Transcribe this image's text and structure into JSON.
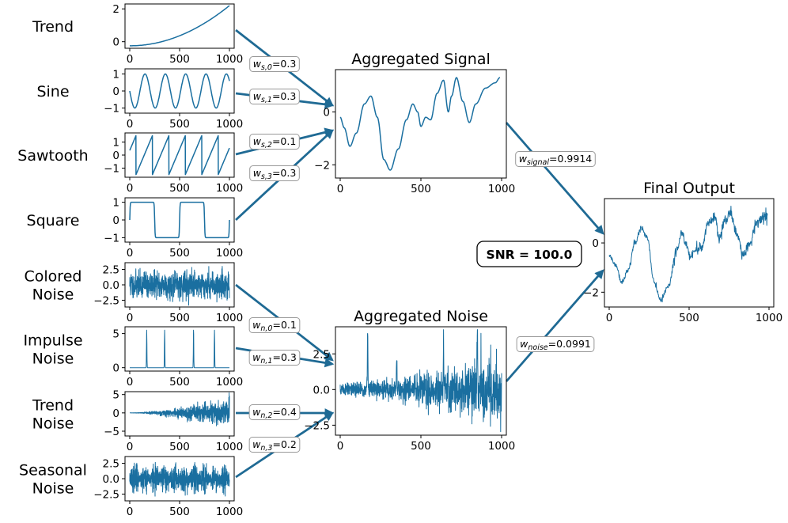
{
  "colors": {
    "series": "#1a6fa0",
    "arrow": "#1f6a94"
  },
  "labels": {
    "snr": "SNR = 100.0",
    "w_signal": {
      "base": "w",
      "sub": "signal",
      "value": "=0.9914"
    },
    "w_noise": {
      "base": "w",
      "sub": "noise",
      "value": "=0.0991"
    },
    "signal_weights": [
      {
        "base": "w",
        "sub": "s,0",
        "value": "=0.3"
      },
      {
        "base": "w",
        "sub": "s,1",
        "value": "=0.3"
      },
      {
        "base": "w",
        "sub": "s,2",
        "value": "=0.1"
      },
      {
        "base": "w",
        "sub": "s,3",
        "value": "=0.3"
      }
    ],
    "noise_weights": [
      {
        "base": "w",
        "sub": "n,0",
        "value": "=0.1"
      },
      {
        "base": "w",
        "sub": "n,1",
        "value": "=0.3"
      },
      {
        "base": "w",
        "sub": "n,2",
        "value": "=0.4"
      },
      {
        "base": "w",
        "sub": "n,3",
        "value": "=0.2"
      }
    ]
  },
  "chart_data": [
    {
      "id": "trend",
      "type": "line",
      "row_label": [
        "Trend"
      ],
      "title": "",
      "x": [
        0,
        1000
      ],
      "xticks": [
        0,
        500,
        1000
      ],
      "xtick_labels": [
        "0",
        "500",
        "1000"
      ],
      "ylim": [
        -0.4,
        2.3
      ],
      "yticks": [
        0,
        2
      ],
      "ytick_labels": [
        "0",
        "2"
      ],
      "generator": "trend",
      "params": {
        "y0": -0.25,
        "y1": 2.2,
        "power": 2
      }
    },
    {
      "id": "sine",
      "type": "line",
      "row_label": [
        "Sine"
      ],
      "title": "",
      "x": [
        0,
        1000
      ],
      "xticks": [
        0,
        500,
        1000
      ],
      "xtick_labels": [
        "0",
        "500",
        "1000"
      ],
      "ylim": [
        -1.3,
        1.3
      ],
      "yticks": [
        -1,
        0,
        1
      ],
      "ytick_labels": [
        "−1",
        "0",
        "1"
      ],
      "generator": "sine",
      "params": {
        "cycles": 4.9,
        "amplitude": 1
      }
    },
    {
      "id": "sawtooth",
      "type": "line",
      "row_label": [
        "Sawtooth"
      ],
      "title": "",
      "x": [
        0,
        1000
      ],
      "xticks": [
        0,
        500,
        1000
      ],
      "xtick_labels": [
        "0",
        "500",
        "1000"
      ],
      "ylim": [
        -1.7,
        1.7
      ],
      "yticks": [
        -1,
        0,
        1
      ],
      "ytick_labels": [
        "−1",
        "0",
        "1"
      ],
      "generator": "sawtooth",
      "params": {
        "period": 165,
        "phase": 0.62,
        "amplitude": 1.5
      }
    },
    {
      "id": "square",
      "type": "line",
      "row_label": [
        "Square"
      ],
      "title": "",
      "x": [
        0,
        1000
      ],
      "xticks": [
        0,
        500,
        1000
      ],
      "xtick_labels": [
        "0",
        "500",
        "1000"
      ],
      "ylim": [
        -1.25,
        1.25
      ],
      "yticks": [
        -1,
        0,
        1
      ],
      "ytick_labels": [
        "−1",
        "0",
        "1"
      ],
      "generator": "square",
      "params": {
        "period": 500
      }
    },
    {
      "id": "colored-noise",
      "type": "line",
      "row_label": [
        "Colored",
        "Noise"
      ],
      "title": "",
      "x": [
        0,
        1000
      ],
      "xticks": [
        0,
        500,
        1000
      ],
      "xtick_labels": [
        "0",
        "500",
        "1000"
      ],
      "ylim": [
        -3.6,
        3.6
      ],
      "yticks": [
        -2.5,
        0,
        2.5
      ],
      "ytick_labels": [
        "−2.5",
        "0.0",
        "2.5"
      ],
      "generator": "colored_noise",
      "params": {
        "sd": 1.0,
        "seed": 11
      }
    },
    {
      "id": "impulse-noise",
      "type": "line",
      "row_label": [
        "Impulse",
        "Noise"
      ],
      "title": "",
      "x": [
        0,
        1000
      ],
      "xticks": [
        0,
        500,
        1000
      ],
      "xtick_labels": [
        "0",
        "500",
        "1000"
      ],
      "ylim": [
        -0.5,
        6.0
      ],
      "yticks": [
        0,
        5
      ],
      "ytick_labels": [
        "0",
        "5"
      ],
      "generator": "impulse",
      "params": {
        "peaks": [
          [
            170,
            5.5
          ],
          [
            350,
            5.5
          ],
          [
            640,
            5.5
          ],
          [
            850,
            5.5
          ]
        ]
      }
    },
    {
      "id": "trend-noise",
      "type": "line",
      "row_label": [
        "Trend",
        "Noise"
      ],
      "title": "",
      "x": [
        0,
        1000
      ],
      "xticks": [
        0,
        500,
        1000
      ],
      "xtick_labels": [
        "0",
        "500",
        "1000"
      ],
      "ylim": [
        -6.3,
        5.8
      ],
      "yticks": [
        -5,
        0,
        5
      ],
      "ytick_labels": [
        "−5",
        "0",
        "5"
      ],
      "generator": "trend_noise",
      "params": {
        "sd_end": 2.0,
        "seed": 23
      }
    },
    {
      "id": "seasonal-noise",
      "type": "line",
      "row_label": [
        "Seasonal",
        "Noise"
      ],
      "title": "",
      "x": [
        0,
        1000
      ],
      "xticks": [
        0,
        500,
        1000
      ],
      "xtick_labels": [
        "0",
        "500",
        "1000"
      ],
      "ylim": [
        -3.6,
        3.6
      ],
      "yticks": [
        -2.5,
        0,
        2.5
      ],
      "ytick_labels": [
        "−2.5",
        "0.0",
        "2.5"
      ],
      "generator": "seasonal_noise",
      "params": {
        "cycles": 10,
        "sd": 1.2,
        "seed": 37
      }
    },
    {
      "id": "aggregated-signal",
      "type": "line",
      "row_label": [],
      "title": "Aggregated Signal",
      "x": [
        0,
        1000
      ],
      "xticks": [
        0,
        500,
        1000
      ],
      "xtick_labels": [
        "0",
        "500",
        "1000"
      ],
      "ylim": [
        -2.5,
        1.6
      ],
      "yticks": [
        -2,
        0
      ],
      "ytick_labels": [
        "−2",
        "0"
      ],
      "generator": "keypoints",
      "points": [
        [
          0,
          -0.2
        ],
        [
          25,
          -0.6
        ],
        [
          60,
          -1.3
        ],
        [
          100,
          -0.8
        ],
        [
          150,
          0.3
        ],
        [
          190,
          0.6
        ],
        [
          230,
          -0.2
        ],
        [
          270,
          -1.8
        ],
        [
          310,
          -2.2
        ],
        [
          360,
          -1.4
        ],
        [
          410,
          -0.3
        ],
        [
          450,
          0.3
        ],
        [
          480,
          0.0
        ],
        [
          500,
          -0.55
        ],
        [
          530,
          -0.2
        ],
        [
          560,
          -0.3
        ],
        [
          600,
          0.7
        ],
        [
          640,
          1.2
        ],
        [
          670,
          0.0
        ],
        [
          690,
          0.6
        ],
        [
          720,
          1.3
        ],
        [
          760,
          0.4
        ],
        [
          800,
          -0.4
        ],
        [
          840,
          0.3
        ],
        [
          900,
          0.9
        ],
        [
          960,
          1.1
        ],
        [
          990,
          1.3
        ]
      ]
    },
    {
      "id": "aggregated-noise",
      "type": "line",
      "row_label": [],
      "title": "Aggregated Noise",
      "x": [
        0,
        1000
      ],
      "xticks": [
        0,
        500,
        1000
      ],
      "xtick_labels": [
        "0",
        "500",
        "1000"
      ],
      "ylim": [
        -3.2,
        4.4
      ],
      "yticks": [
        -2.5,
        0,
        2.5
      ],
      "ytick_labels": [
        "−2.5",
        "0.0",
        "2.5"
      ],
      "generator": "aggregated_noise",
      "params": {
        "seed": 51,
        "peaks": [
          [
            170,
            4.2
          ],
          [
            350,
            2.0
          ],
          [
            640,
            2.8
          ],
          [
            850,
            3.5
          ]
        ]
      }
    },
    {
      "id": "final-output",
      "type": "line",
      "row_label": [],
      "title": "Final Output",
      "x": [
        0,
        1000
      ],
      "xticks": [
        0,
        500,
        1000
      ],
      "xtick_labels": [
        "0",
        "500",
        "1000"
      ],
      "ylim": [
        -2.6,
        1.8
      ],
      "yticks": [
        -2,
        0
      ],
      "ytick_labels": [
        "−2",
        "0"
      ],
      "generator": "keypoints_noisy",
      "params": {
        "seed": 77,
        "sd": 0.1
      },
      "points": [
        [
          0,
          -0.5
        ],
        [
          40,
          -0.9
        ],
        [
          80,
          -1.6
        ],
        [
          120,
          -1.1
        ],
        [
          160,
          0.0
        ],
        [
          200,
          0.6
        ],
        [
          240,
          0.2
        ],
        [
          280,
          -1.6
        ],
        [
          320,
          -2.3
        ],
        [
          370,
          -1.8
        ],
        [
          420,
          -0.4
        ],
        [
          450,
          0.4
        ],
        [
          480,
          0.0
        ],
        [
          510,
          -0.6
        ],
        [
          540,
          -0.3
        ],
        [
          580,
          -0.2
        ],
        [
          620,
          0.8
        ],
        [
          660,
          1.1
        ],
        [
          690,
          0.2
        ],
        [
          720,
          0.9
        ],
        [
          760,
          1.2
        ],
        [
          800,
          0.3
        ],
        [
          840,
          -0.5
        ],
        [
          880,
          0.0
        ],
        [
          920,
          0.8
        ],
        [
          960,
          1.0
        ],
        [
          990,
          1.2
        ]
      ]
    }
  ]
}
